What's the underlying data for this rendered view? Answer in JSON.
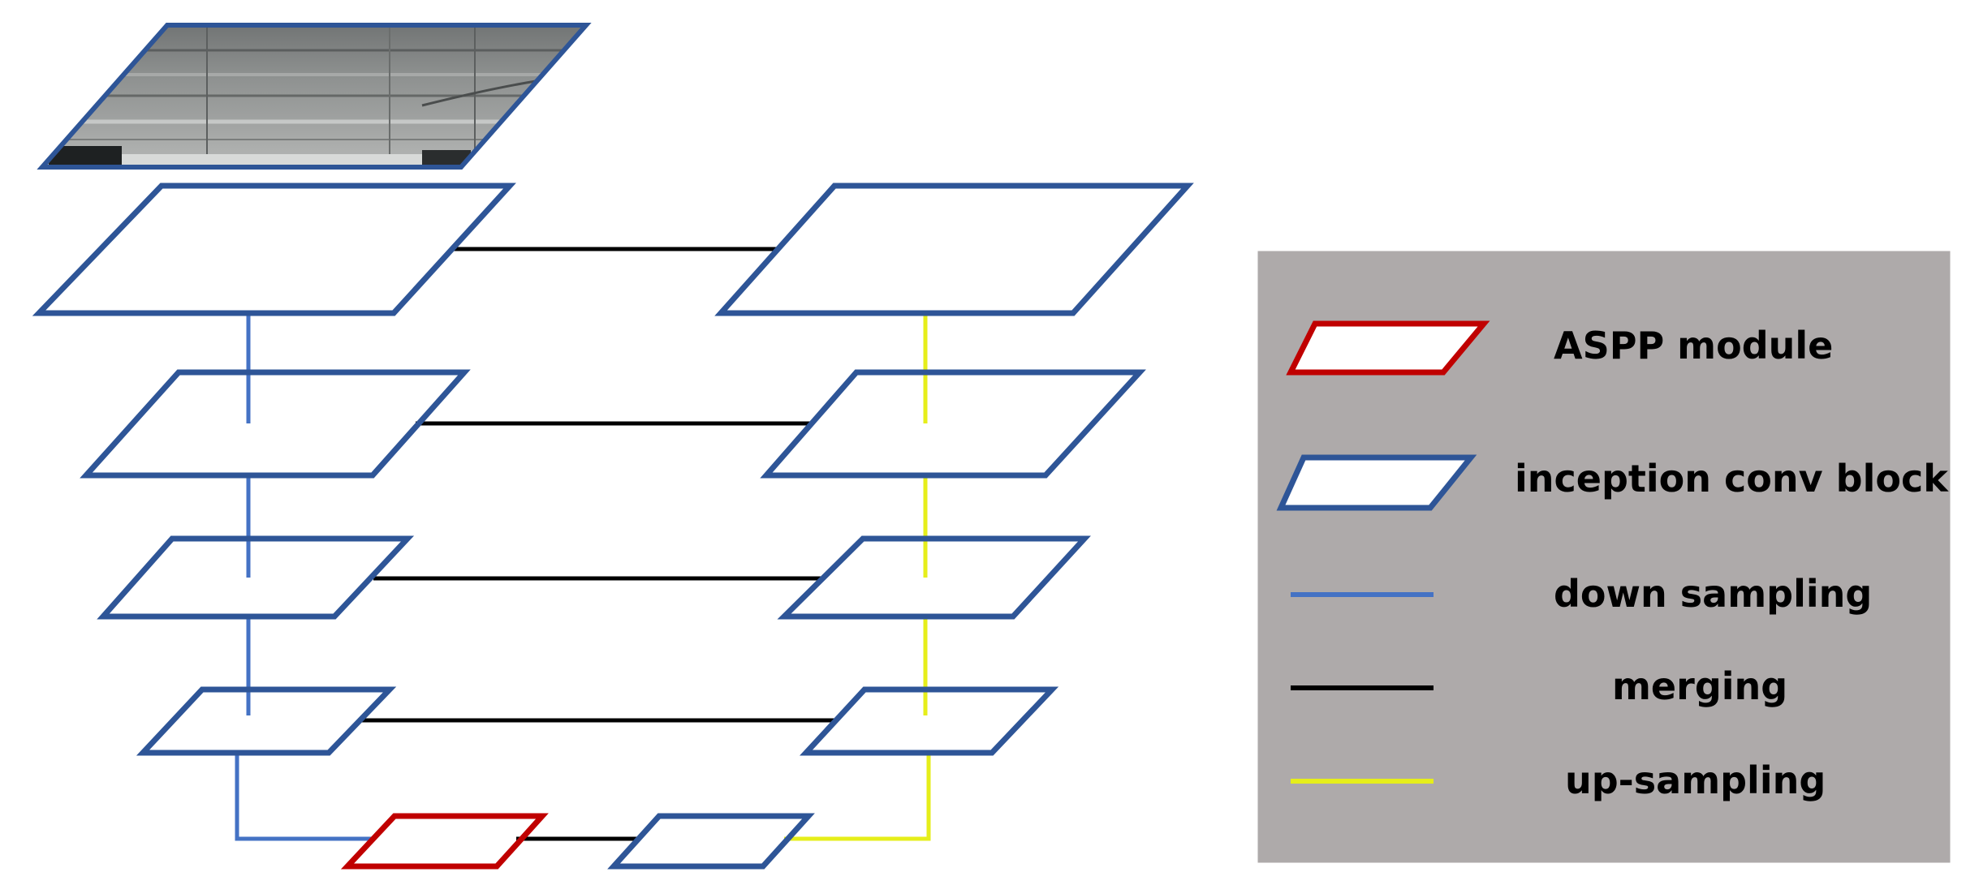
{
  "colors": {
    "block_stroke": "#2e5597",
    "aspp_stroke": "#c00000",
    "down_sampling": "#4472c4",
    "merging": "#000000",
    "up_sampling": "#e6ee1a",
    "legend_bg": "#aeaaaa",
    "legend_border": "#ffffff"
  },
  "input_image": {
    "icon": "concrete-surface-photo"
  },
  "legend": {
    "items": [
      {
        "symbol": "red-parallelogram",
        "label": "ASPP module"
      },
      {
        "symbol": "blue-parallelogram",
        "label": "inception conv block"
      },
      {
        "symbol": "blue-line",
        "label": "down sampling"
      },
      {
        "symbol": "black-line",
        "label": "merging"
      },
      {
        "symbol": "yellow-line",
        "label": "up-sampling"
      }
    ]
  }
}
